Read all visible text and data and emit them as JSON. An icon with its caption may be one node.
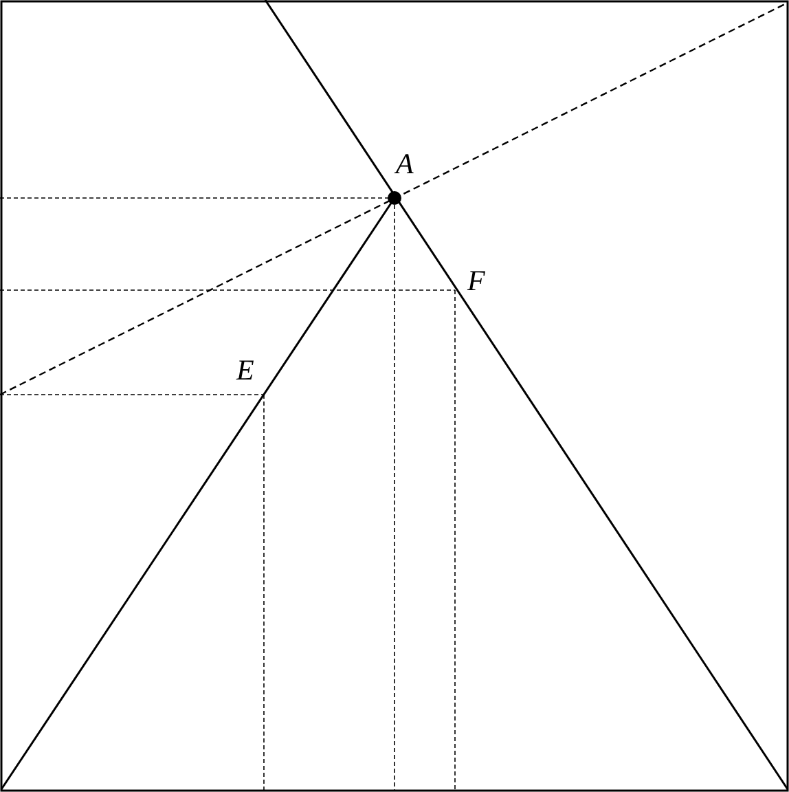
{
  "diagram": {
    "labels": [
      "A",
      "E",
      "F"
    ]
  }
}
